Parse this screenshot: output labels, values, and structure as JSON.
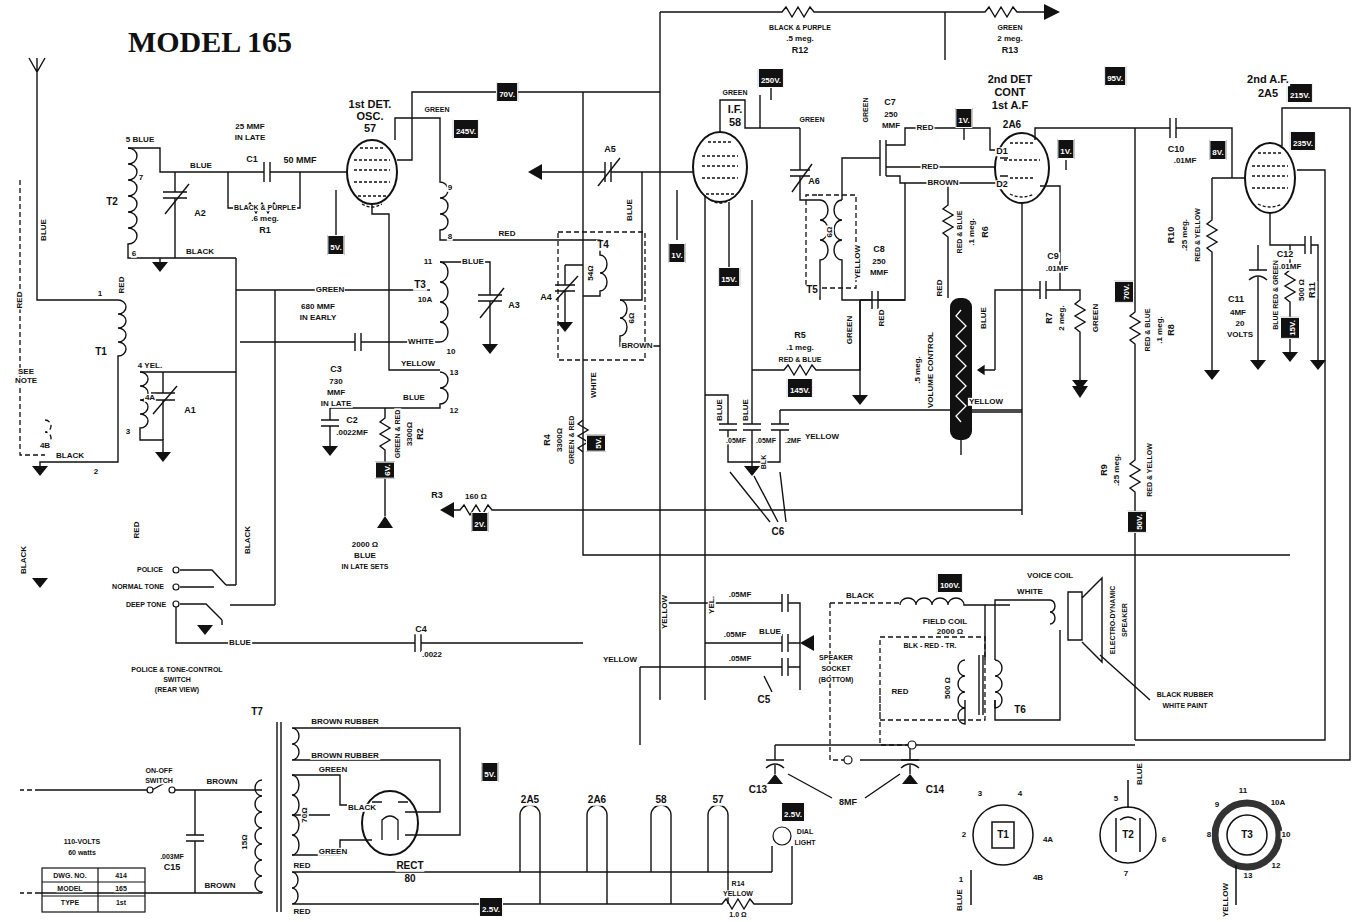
{
  "diagram": {
    "title": "MODEL 165",
    "nodes": [
      {
        "text": [
          "70V."
        ]
      },
      {
        "text": [
          "245V."
        ]
      },
      {
        "text": [
          "5V."
        ]
      },
      {
        "text": [
          "250V."
        ]
      },
      {
        "text": [
          "1V."
        ]
      },
      {
        "text": [
          "15V."
        ]
      },
      {
        "text": [
          "145V."
        ]
      },
      {
        "text": [
          "1V."
        ]
      },
      {
        "text": [
          "1V."
        ]
      },
      {
        "text": [
          "95V."
        ]
      },
      {
        "text": [
          "8V."
        ]
      },
      {
        "text": [
          "215V."
        ]
      },
      {
        "text": [
          "235V."
        ]
      },
      {
        "text": [
          "15V."
        ]
      },
      {
        "text": [
          "70V."
        ]
      },
      {
        "text": [
          "6V."
        ]
      },
      {
        "text": [
          "5V."
        ]
      },
      {
        "text": [
          "2V."
        ]
      },
      {
        "text": [
          "50V."
        ]
      },
      {
        "text": [
          "100V."
        ]
      },
      {
        "text": [
          "5V."
        ]
      },
      {
        "text": [
          "2.5V."
        ]
      },
      {
        "text": [
          "2.5V."
        ]
      }
    ],
    "labels": [
      "25 MMF",
      "IN LATE",
      "C1",
      "50 MMF",
      "BLACK & PURPLE",
      ".6 meg.",
      "R1",
      "1st DET.",
      "OSC.",
      "57",
      "GREEN",
      "9",
      "8",
      "RED",
      "5 BLUE",
      "BLUE",
      "7",
      "T2",
      "6",
      "A2",
      "RED",
      "BLACK",
      "BLUE",
      "RED",
      "1",
      "T1",
      "4 YEL.",
      "4A",
      "A1",
      "3",
      "2",
      "SEE",
      "NOTE",
      "4B",
      "BLACK",
      "BLACK",
      "RED",
      "BLACK",
      "POLICE",
      "NORMAL TONE",
      "DEEP TONE",
      "POLICE & TONE-CONTROL",
      "SWITCH",
      "(REAR VIEW)",
      "BLUE",
      "GREEN",
      "680 MMF",
      "IN EARLY",
      "C3",
      "730",
      "MMF",
      "IN LATE",
      "WHITE",
      "YELLOW",
      "13",
      "12",
      "BLUE",
      "C2",
      ".0022MF",
      "GREEN & RED",
      "3300Ω",
      "R2",
      "2000 Ω",
      "BLUE",
      "IN LATE SETS",
      "11",
      "BLUE",
      "10A",
      "T3",
      "A3",
      "10",
      "C4",
      ".0022",
      "A5",
      "BLUE",
      "T4",
      "54Ω",
      "6Ω",
      "A4",
      "BROWN",
      "WHITE",
      "R4",
      "3300Ω",
      "GREEN & RED",
      "R3",
      "160 Ω",
      "I.F.",
      "58",
      "GREEN",
      "GREEN",
      "A6",
      "6Ω",
      "T5",
      "YELLOW",
      "GREEN",
      "C7",
      "250",
      "MMF",
      "RED",
      "RED",
      "BROWN",
      "D1",
      "D2",
      "2nd DET",
      "CONT",
      "1st A.F",
      "2A6",
      "BLACK & PURPLE",
      ".5 meg.",
      "R12",
      "GREEN",
      "2 meg.",
      "R13",
      "C8",
      "250",
      "MMF",
      "RED & BLUE",
      ".1 meg.",
      "R6",
      "GREEN",
      "RED",
      "RED",
      ".5 meg.",
      "VOLUME CONTROL",
      "BLUE",
      "YELLOW",
      "R5",
      ".1 meg.",
      "RED & BLUE",
      "BLUE",
      "BLUE",
      ".05MF",
      "BLK",
      ".05MF",
      ".2MF",
      "YELLOW",
      "C6",
      "C9",
      ".01MF",
      "R7",
      "2 meg.",
      "GREEN",
      "R8",
      ".1 meg.",
      "RED & BLUE",
      "C10",
      ".01MF",
      "2nd A.F.",
      "2A5",
      "R10",
      ".25 meg.",
      "RED & YELLOW",
      "C12",
      ".01MF",
      "C11",
      "4MF",
      "20",
      "VOLTS",
      "R11",
      "500 Ω",
      "BLUE RED & GREEN",
      "R9",
      ".25 meg.",
      "RED & YELLOW",
      "YELLOW",
      "YEL.",
      ".05MF",
      "BLUE",
      ".05MF",
      "YELLOW",
      ".05MF",
      "C5",
      "BLACK",
      "FIELD COIL",
      "2000 Ω",
      "WHITE",
      "VOICE COIL",
      "ELECTRO-DYNAMIC",
      "SPEAKER",
      "BLK - RED - TR.",
      "500 Ω",
      "T6",
      "SPEAKER",
      "SOCKET",
      "(BOTTOM)",
      "RED",
      "BLACK RUBBER",
      "WHITE PAINT",
      "BROWN RUBBER",
      "BROWN RUBBER",
      "GREEN",
      "BLACK",
      "70Ω",
      "GREEN",
      "RECT",
      "80",
      "T7",
      "15Ω",
      "BROWN",
      "BROWN",
      "ON-OFF",
      "SWITCH",
      "110-VOLTS",
      "60 watts",
      ".003MF",
      "C15",
      "RED",
      "RED",
      "2A5",
      "2A6",
      "58",
      "57",
      "C13",
      "8MF",
      "C14",
      "DIAL",
      "LIGHT",
      "R14",
      "YELLOW",
      "1.0 Ω",
      "3",
      "4",
      "2",
      "4A",
      "1",
      "4B",
      "T1",
      "BLUE",
      "5",
      "BLUE",
      "T2",
      "6",
      "7",
      "9",
      "11",
      "10A",
      "8",
      "T3",
      "10",
      "12",
      "13",
      "YELLOW",
      "DWG. NO.",
      "414",
      "MODEL",
      "165",
      "TYPE",
      "1st"
    ]
  }
}
